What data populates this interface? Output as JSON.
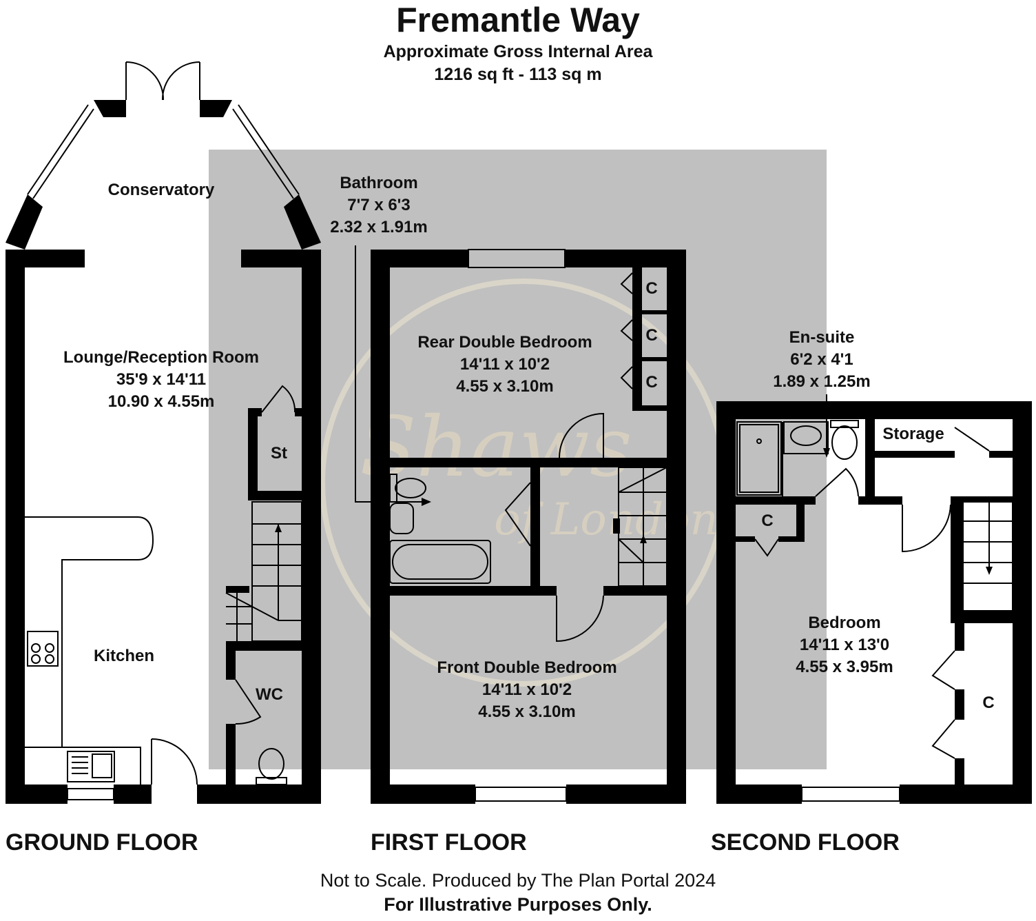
{
  "header": {
    "title": "Fremantle Way",
    "subtitle": "Approximate Gross Internal Area",
    "area": "1216 sq ft - 113 sq m"
  },
  "rooms": {
    "conservatory": {
      "name": "Conservatory"
    },
    "lounge": {
      "name": "Lounge/Reception Room",
      "imperial": "35'9 x 14'11",
      "metric": "10.90 x 4.55m"
    },
    "store": {
      "name": "St"
    },
    "kitchen": {
      "name": "Kitchen"
    },
    "wc": {
      "name": "WC"
    },
    "bathroom": {
      "name": "Bathroom",
      "imperial": "7'7 x 6'3",
      "metric": "2.32 x 1.91m"
    },
    "rear_bedroom": {
      "name": "Rear Double Bedroom",
      "imperial": "14'11 x 10'2",
      "metric": "4.55 x 3.10m"
    },
    "front_bedroom": {
      "name": "Front Double Bedroom",
      "imperial": "14'11 x 10'2",
      "metric": "4.55 x 3.10m"
    },
    "ensuite": {
      "name": "En-suite",
      "imperial": "6'2 x 4'1",
      "metric": "1.89 x 1.25m"
    },
    "storage": {
      "name": "Storage"
    },
    "bedroom": {
      "name": "Bedroom",
      "imperial": "14'11 x 13'0",
      "metric": "4.55 x 3.95m"
    },
    "cupboard_label": "C"
  },
  "floors": {
    "ground": "GROUND FLOOR",
    "first": "FIRST FLOOR",
    "second": "SECOND FLOOR"
  },
  "footer": {
    "note": "Not to Scale. Produced by The Plan Portal 2024",
    "disclaimer": "For Illustrative Purposes Only."
  },
  "watermark": {
    "line1": "Shaws",
    "line2": "of London"
  },
  "colors": {
    "wall": "#000000",
    "shade": "#c0c0c0",
    "watermark": "#e8dcc0"
  }
}
